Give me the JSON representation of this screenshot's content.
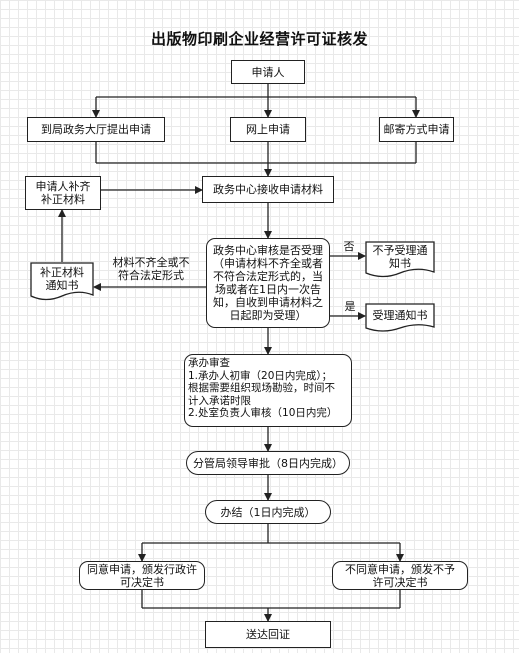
{
  "title": "出版物印刷企业经营许可证核发",
  "nodes": {
    "applicant": "申请人",
    "hall": "到局政务大厅提出申请",
    "online": "网上申请",
    "mail": "邮寄方式申请",
    "receive": "政务中心接收申请材料",
    "supplement": "申请人补齐\n补正材料",
    "review": "政务中心审核是否受理\n（申请材料不齐全或者\n不符合法定形式的，当\n场或者在1日内一次告\n知，自收到申请材料之\n日起即为受理）",
    "notice_correct": "补正材料\n通知书",
    "notice_reject": "不予受理通\n知书",
    "notice_accept": "受理通知书",
    "handle": "承办审查\n1.承办人初审（20日内完成）；\n根据需要组织现场勘验，时间不\n计入承诺时限\n2.处室负责人审核（10日内完）",
    "approve": "分管局领导审批（8日内完成）",
    "finish": "办结（1日内完成）",
    "agree": "同意申请，颁发行政许\n可决定书",
    "disagree": "不同意申请，颁发不予\n许可决定书",
    "deliver": "送达回证"
  },
  "edge_labels": {
    "incomplete": "材料不齐全或不\n符合法定形式",
    "no": "否",
    "yes": "是"
  }
}
